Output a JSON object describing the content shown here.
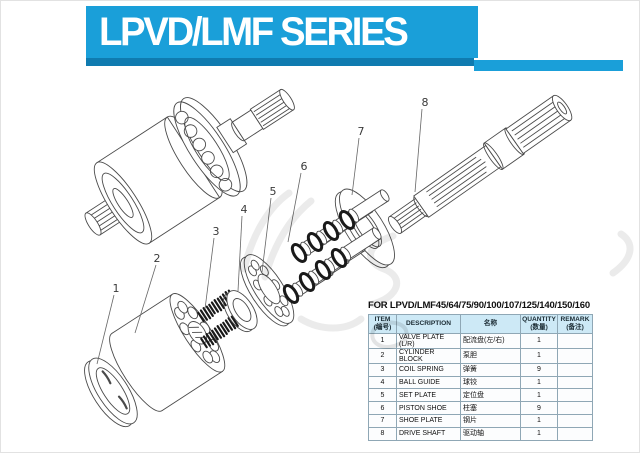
{
  "header": {
    "title": "LPVD/LMF SERIES"
  },
  "colors": {
    "banner_blue": "#1A9FD9",
    "banner_dark_blue": "#0F7BB0",
    "table_header_bg": "#CDE9F6",
    "table_border": "#8FA7B5",
    "row_bg": "#FCFDFE"
  },
  "diagram": {
    "callouts": [
      {
        "label": "1",
        "part": "valve-plate"
      },
      {
        "label": "2",
        "part": "cylinder-block"
      },
      {
        "label": "3",
        "part": "coil-spring"
      },
      {
        "label": "4",
        "part": "ball-guide"
      },
      {
        "label": "5",
        "part": "set-plate"
      },
      {
        "label": "6",
        "part": "piston-shoe"
      },
      {
        "label": "7",
        "part": "shoe-plate"
      },
      {
        "label": "8",
        "part": "drive-shaft"
      }
    ]
  },
  "parts_table": {
    "title": "FOR LPVD/LMF45/64/75/90/100/107/125/140/150/160",
    "columns": {
      "item_en": "ITEM",
      "item_zh": "(编号)",
      "description": "DESCRIPTION",
      "name_zh": "名称",
      "quantity_en": "QUANTITY",
      "quantity_zh": "(数量)",
      "remark_en": "REMARK",
      "remark_zh": "(备注)"
    },
    "rows": [
      {
        "item": "1",
        "description": "VALVE PLATE (L/R)",
        "name": "配流盘(左/右)",
        "quantity": "1",
        "remark": ""
      },
      {
        "item": "2",
        "description": "CYLINDER BLOCK",
        "name": "泵胆",
        "quantity": "1",
        "remark": ""
      },
      {
        "item": "3",
        "description": "COIL SPRING",
        "name": "弹簧",
        "quantity": "9",
        "remark": ""
      },
      {
        "item": "4",
        "description": "BALL GUIDE",
        "name": "球铰",
        "quantity": "1",
        "remark": ""
      },
      {
        "item": "5",
        "description": "SET PLATE",
        "name": "定位盘",
        "quantity": "1",
        "remark": ""
      },
      {
        "item": "6",
        "description": "PISTON SHOE",
        "name": "柱塞",
        "quantity": "9",
        "remark": ""
      },
      {
        "item": "7",
        "description": "SHOE PLATE",
        "name": "钢片",
        "quantity": "1",
        "remark": ""
      },
      {
        "item": "8",
        "description": "DRIVE SHAFT",
        "name": "驱动轴",
        "quantity": "1",
        "remark": ""
      }
    ]
  }
}
